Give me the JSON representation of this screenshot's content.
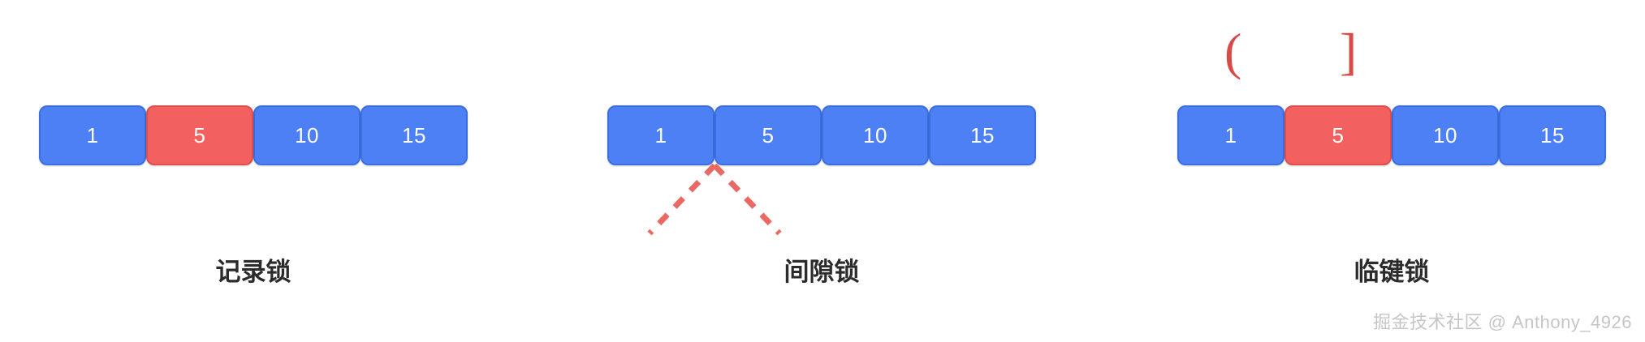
{
  "diagram": {
    "background_color": "#ffffff",
    "colors": {
      "cell_blue": "#4d80f5",
      "cell_blue_border": "#3b6fe0",
      "cell_red": "#f26060",
      "cell_red_border": "#dd4f4f",
      "cell_text": "#ffffff",
      "caption_text": "#2b2b2b",
      "accent_red": "#d94b47",
      "watermark_text": "#c6c6c6"
    },
    "groups": [
      {
        "id": "record-lock",
        "caption": "记录锁",
        "cells": [
          {
            "value": "1",
            "state": "unlocked"
          },
          {
            "value": "5",
            "state": "locked"
          },
          {
            "value": "10",
            "state": "unlocked"
          },
          {
            "value": "15",
            "state": "unlocked"
          }
        ],
        "marker": "none"
      },
      {
        "id": "gap-lock",
        "caption": "间隙锁",
        "cells": [
          {
            "value": "1",
            "state": "unlocked"
          },
          {
            "value": "5",
            "state": "unlocked"
          },
          {
            "value": "10",
            "state": "unlocked"
          },
          {
            "value": "15",
            "state": "unlocked"
          }
        ],
        "marker": "dashed-v"
      },
      {
        "id": "next-key-lock",
        "caption": "临键锁",
        "cells": [
          {
            "value": "1",
            "state": "unlocked"
          },
          {
            "value": "5",
            "state": "locked"
          },
          {
            "value": "10",
            "state": "unlocked"
          },
          {
            "value": "15",
            "state": "unlocked"
          }
        ],
        "marker": "interval-brackets",
        "interval": {
          "open": "(",
          "close": "]"
        }
      }
    ]
  },
  "watermark": {
    "text": "掘金技术社区 @ Anthony_4926"
  }
}
